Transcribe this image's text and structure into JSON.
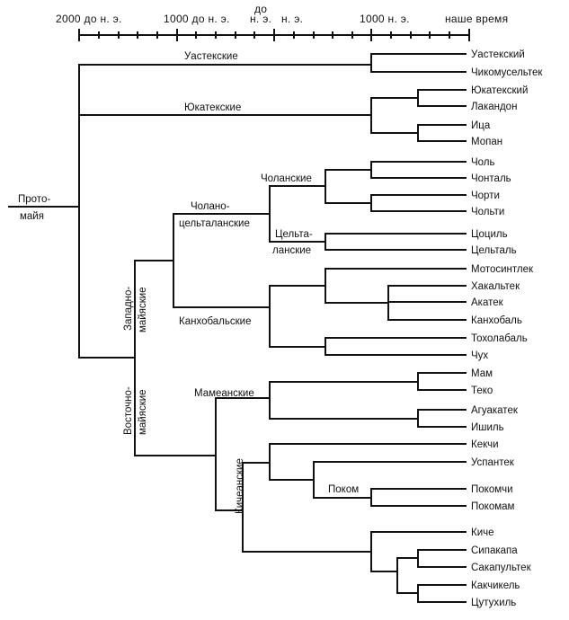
{
  "timeline": {
    "labels": [
      "2000 до н. э.",
      "1000 до н. э.",
      "до",
      "н. э.",
      "н. э.",
      "1000 н. э.",
      "наше время"
    ]
  },
  "root": {
    "line1": "Прото-",
    "line2": "майя"
  },
  "groups": {
    "huastecan": "Уастекские",
    "yucatecan": "Юкатекские",
    "cholan_tzeltalan_1": "Чолано-",
    "cholan_tzeltalan_2": "цельталанские",
    "cholan": "Чоланские",
    "tzeltalan_1": "Цельта-",
    "tzeltalan_2": "ланские",
    "qanjobalan": "Канхобальские",
    "mamean": "Мамеанские",
    "kichean": "Кичеанские",
    "poqom": "Поком",
    "western_1": "Западно-",
    "western_2": "майяские",
    "eastern_1": "Восточно-",
    "eastern_2": "майяские"
  },
  "languages": [
    "Уастекский",
    "Чикомусельтек",
    "Юкатекский",
    "Лакандон",
    "Ица",
    "Мопан",
    "Чоль",
    "Чонталь",
    "Чорти",
    "Чольти",
    "Цоциль",
    "Цельталь",
    "Мотосинтлек",
    "Хакальтек",
    "Акатек",
    "Канхобаль",
    "Тохолабаль",
    "Чух",
    "Мам",
    "Теко",
    "Агуакатек",
    "Ишиль",
    "Кекчи",
    "Успантек",
    "Покомчи",
    "Покомам",
    "Киче",
    "Сипакапа",
    "Сакапультек",
    "Какчикель",
    "Цутухиль"
  ]
}
